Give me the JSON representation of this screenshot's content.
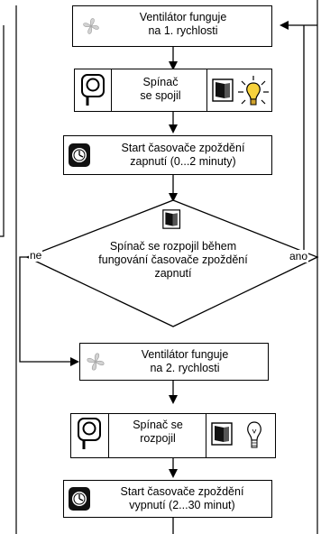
{
  "steps": {
    "fan1_line1": "Ventilátor funguje",
    "fan1_line2": "na 1. rychlosti",
    "switch_closed_line1": "Spínač",
    "switch_closed_line2": "se spojil",
    "start_on_delay_line1": "Start časovače zpoždění",
    "start_on_delay_line2": "zapnutí (0...2 minuty)",
    "decision_line1": "Spínač se rozpojil během",
    "decision_line2": "fungování časovače zpoždění",
    "decision_line3": "zapnutí",
    "fan2_line1": "Ventilátor funguje",
    "fan2_line2": "na 2. rychlosti",
    "switch_open_line1": "Spínač se",
    "switch_open_line2": "rozpojil",
    "start_off_delay_line1": "Start časovače zpoždění",
    "start_off_delay_line2": "vypnutí (2...30 minut)"
  },
  "branches": {
    "no_label": "ne",
    "yes_label": "ano"
  },
  "icons": [
    "fan-icon",
    "switch-icon",
    "timer-icon",
    "light-on-icon",
    "light-off-icon"
  ]
}
